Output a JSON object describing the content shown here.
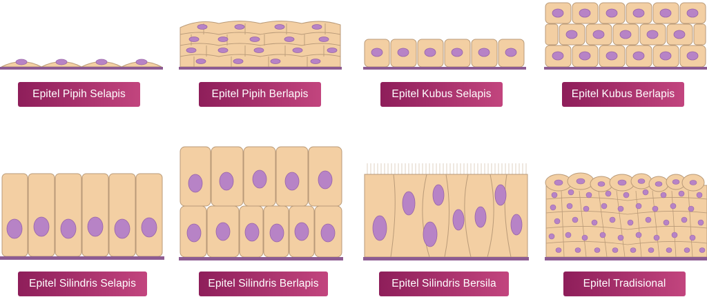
{
  "colors": {
    "cell_fill": "#f3cfa3",
    "cell_stroke": "#b99a78",
    "nucleus_fill": "#b783c6",
    "nucleus_stroke": "#9763a8",
    "basement_membrane": "#8d5c92",
    "cilia": "#d8c7b1",
    "label_gradient_start": "#8e1e5a",
    "label_gradient_end": "#c2457e",
    "label_text": "#ffffff"
  },
  "labels": {
    "simple_squamous": "Epitel Pipih Selapis",
    "stratified_squamous": "Epitel Pipih Berlapis",
    "simple_cuboidal": "Epitel Kubus Selapis",
    "stratified_cuboidal": "Epitel Kubus Berlapis",
    "simple_columnar": "Epitel Silindris Selapis",
    "stratified_columnar": "Epitel Silindris Berlapis",
    "ciliated_columnar": "Epitel Silindris Bersila",
    "transitional": "Epitel Tradisional"
  }
}
